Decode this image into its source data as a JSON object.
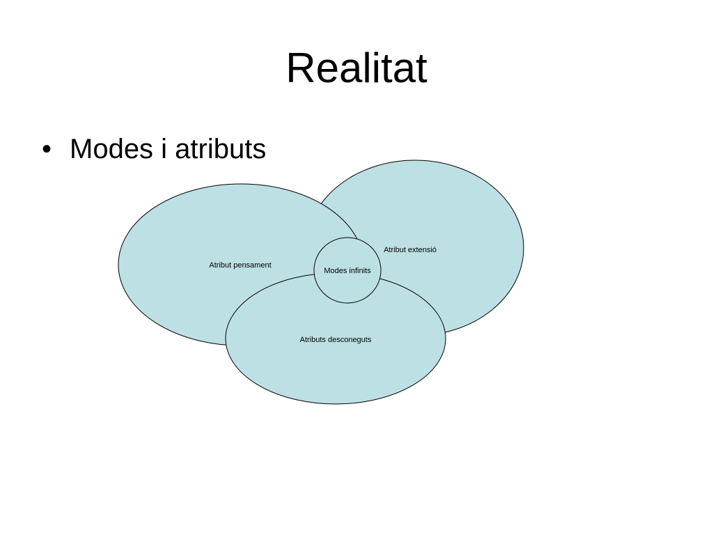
{
  "slide": {
    "title": "Realitat",
    "bullets": [
      {
        "glyph": "•",
        "text": "Modes i atributs"
      }
    ]
  },
  "diagram": {
    "fill_color": "#bde0e4",
    "stroke_color": "#000000",
    "nodes": {
      "extensio": {
        "label": "Atribut extensió"
      },
      "pensament": {
        "label": "Atribut pensament"
      },
      "desconeguts": {
        "label": "Atributs desconeguts"
      },
      "modes": {
        "label": "Modes infinits"
      }
    }
  }
}
